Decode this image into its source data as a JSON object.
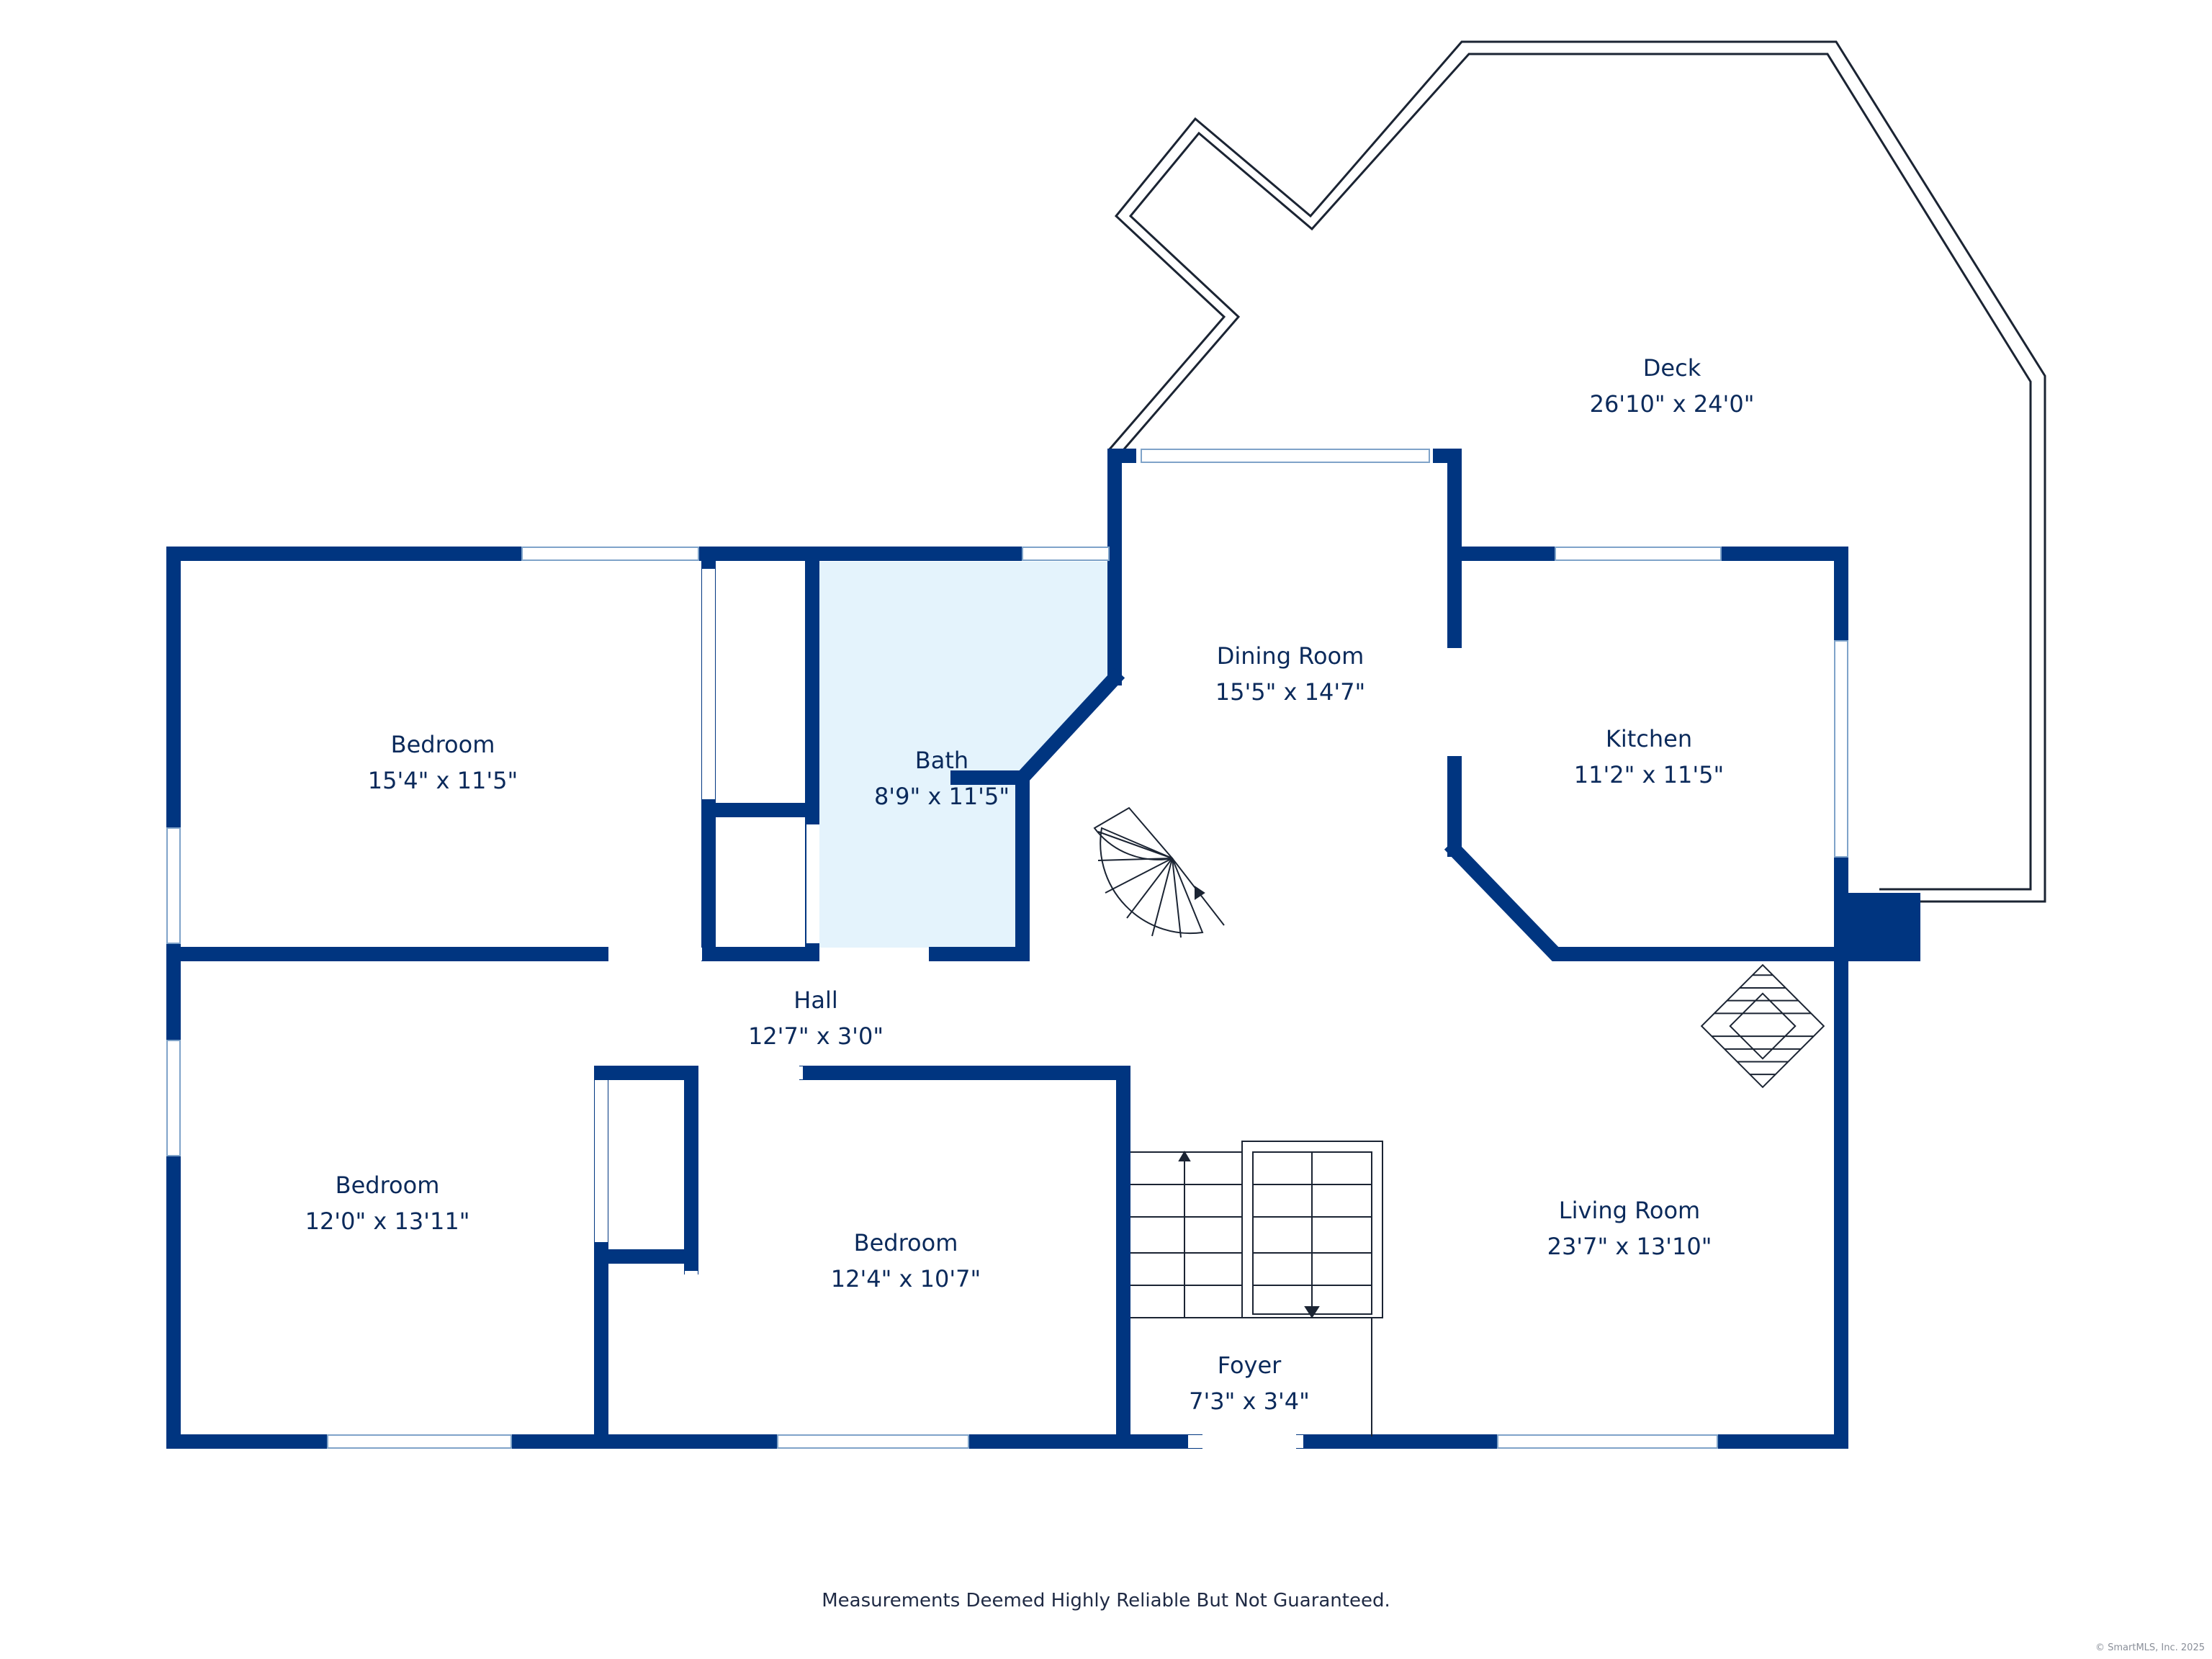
{
  "colors": {
    "wall": "#003580",
    "bath_fill": "#e4f3fc",
    "text": "#0b2a5b",
    "outline": "#1b2433",
    "window": "#7fa3c9"
  },
  "rooms": {
    "deck": {
      "name": "Deck",
      "dim": "26'10\" x 24'0\""
    },
    "dining": {
      "name": "Dining Room",
      "dim": "15'5\" x 14'7\""
    },
    "kitchen": {
      "name": "Kitchen",
      "dim": "11'2\" x 11'5\""
    },
    "bedroom1": {
      "name": "Bedroom",
      "dim": "15'4\" x 11'5\""
    },
    "bath": {
      "name": "Bath",
      "dim": "8'9\" x 11'5\""
    },
    "hall": {
      "name": "Hall",
      "dim": "12'7\" x 3'0\""
    },
    "bedroom2": {
      "name": "Bedroom",
      "dim": "12'0\" x 13'11\""
    },
    "bedroom3": {
      "name": "Bedroom",
      "dim": "12'4\" x 10'7\""
    },
    "living": {
      "name": "Living Room",
      "dim": "23'7\" x 13'10\""
    },
    "foyer": {
      "name": "Foyer",
      "dim": "7'3\" x 3'4\""
    }
  },
  "footnote": "Measurements Deemed Highly Reliable But Not Guaranteed.",
  "copyright": "© SmartMLS, Inc. 2025"
}
